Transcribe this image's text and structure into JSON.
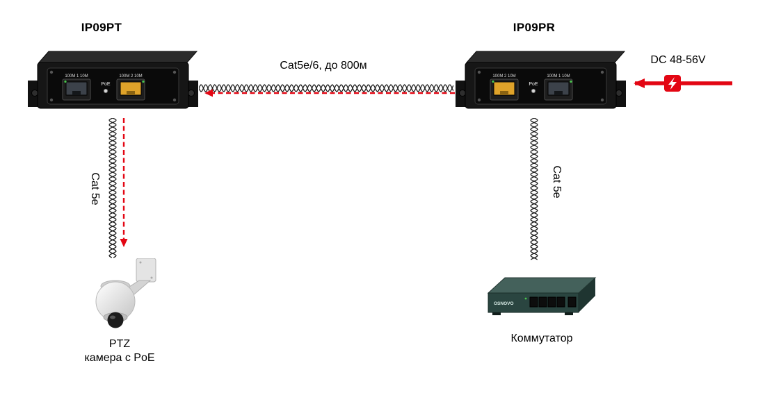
{
  "devices": {
    "tx": {
      "title": "IP09PT",
      "port_left": "100M 1 10M",
      "poe": "PoE",
      "port_right": "100M 2 10M"
    },
    "rx": {
      "title": "IP09PR",
      "port_left": "100M 2 10M",
      "poe": "PoE",
      "port_right": "100M 1 10M"
    }
  },
  "links": {
    "trunk": "Cat5e/6, до 800м",
    "to_camera": "Cat 5e",
    "to_switch": "Cat 5e"
  },
  "power": {
    "label": "DC 48-56V"
  },
  "endpoints": {
    "camera": {
      "caption_line1": "PTZ",
      "caption_line2": "камера с PoE"
    },
    "switch": {
      "caption": "Коммутатор",
      "brand": "OSNOVO"
    }
  },
  "colors": {
    "accent_red": "#e30613"
  }
}
